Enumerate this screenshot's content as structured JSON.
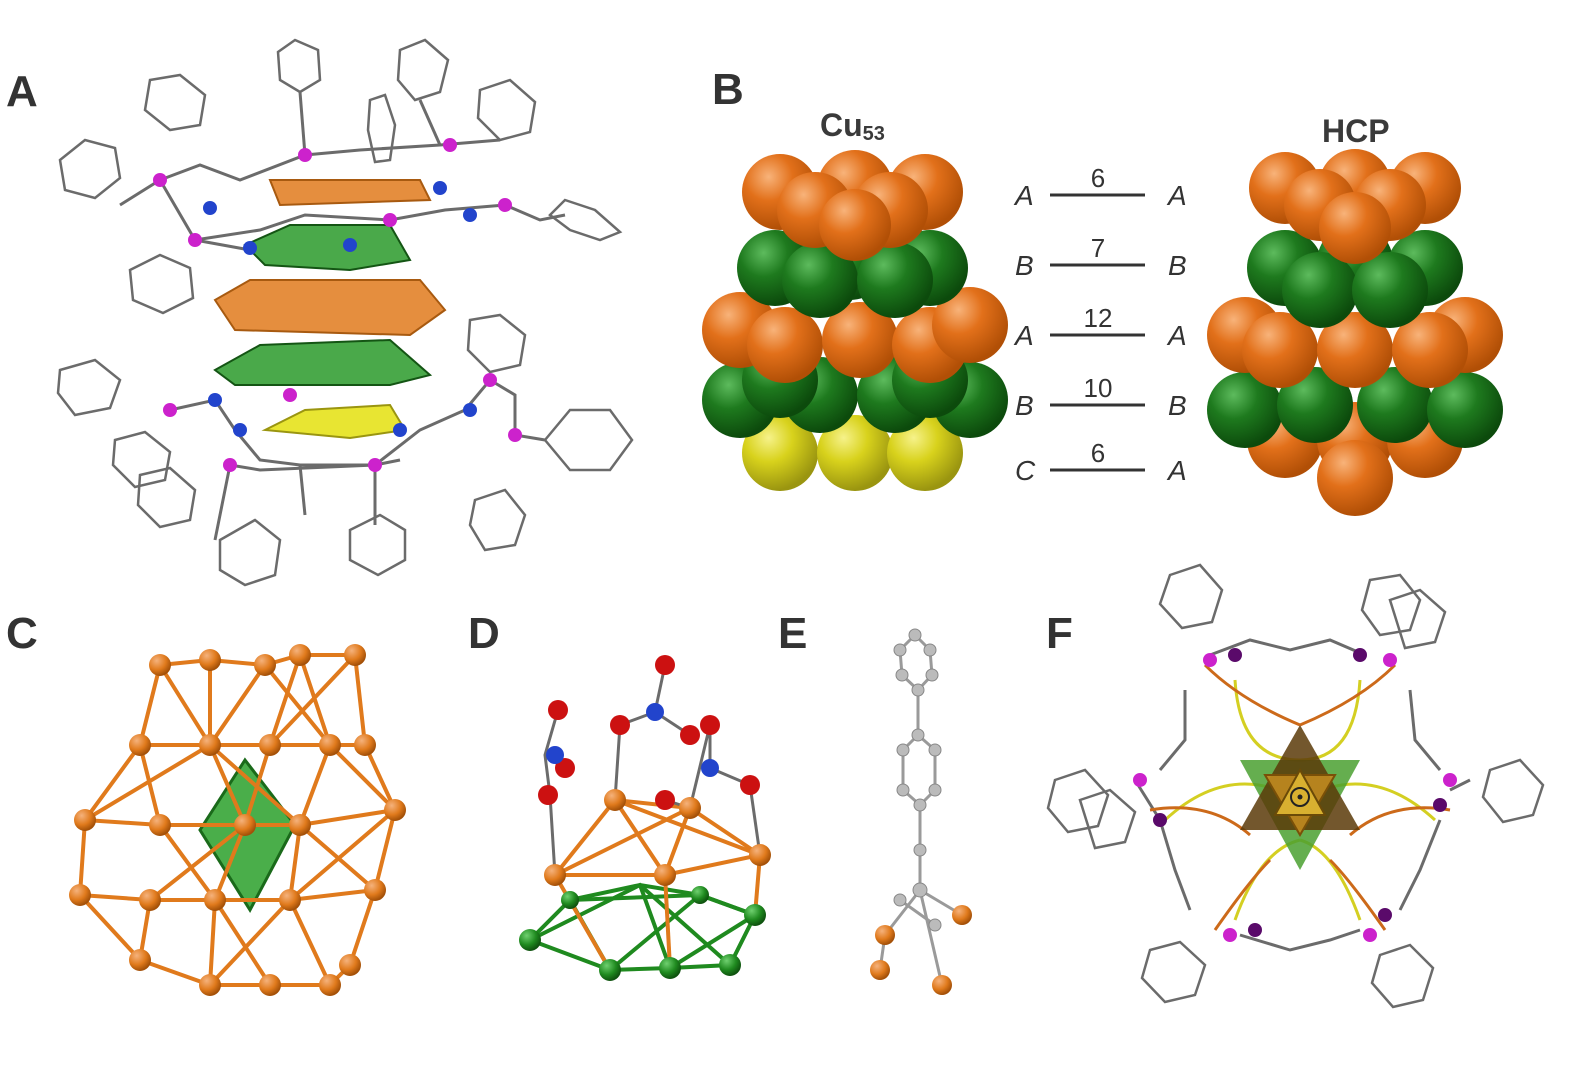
{
  "panels": {
    "A": {
      "label": "A"
    },
    "B": {
      "label": "B",
      "left_title": "Cu",
      "left_title_sub": "53",
      "right_title": "HCP",
      "layers": [
        {
          "left": "A",
          "count": "6",
          "right": "A"
        },
        {
          "left": "B",
          "count": "7",
          "right": "B"
        },
        {
          "left": "A",
          "count": "12",
          "right": "A"
        },
        {
          "left": "B",
          "count": "10",
          "right": "B"
        },
        {
          "left": "C",
          "count": "6",
          "right": "A"
        }
      ]
    },
    "C": {
      "label": "C"
    },
    "D": {
      "label": "D"
    },
    "E": {
      "label": "E"
    },
    "F": {
      "label": "F"
    }
  },
  "colors": {
    "orange_sphere": "#e0701a",
    "green_sphere": "#1e7a1e",
    "yellow_sphere": "#d8d21c",
    "phosphorus": "#cc22cc",
    "nitrogen": "#2244cc",
    "oxygen": "#cc1111",
    "bond_gray": "#6b6b6b"
  }
}
